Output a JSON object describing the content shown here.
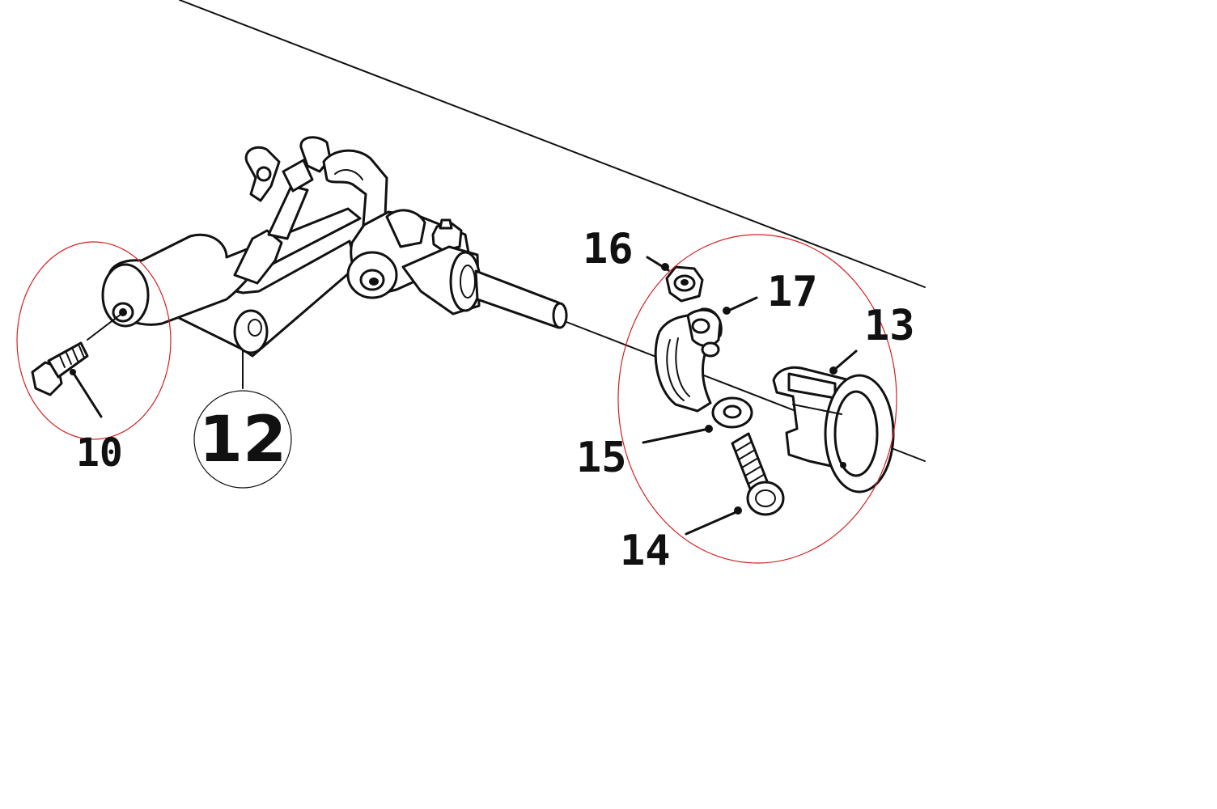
{
  "callouts": {
    "c10": "10",
    "c12": "12",
    "c13": "13",
    "c14": "14",
    "c15": "15",
    "c16": "16",
    "c17": "17"
  },
  "colors": {
    "ink": "#111111",
    "highlight": "#d42020",
    "background": "#ffffff"
  }
}
